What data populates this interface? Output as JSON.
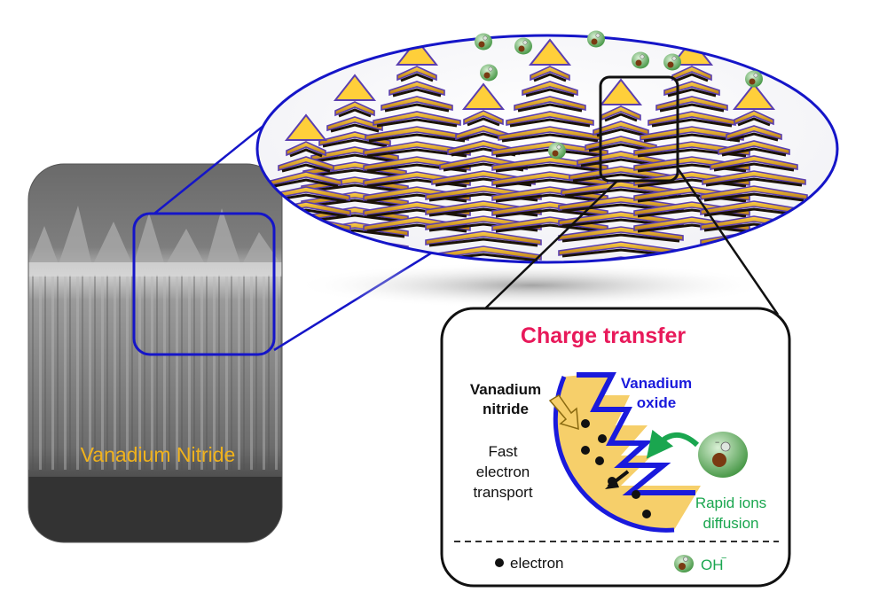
{
  "sem_panel": {
    "label": "Vanadium Nitride"
  },
  "charge_panel": {
    "title": "Charge transfer",
    "vn_label_line1": "Vanadium",
    "vn_label_line2": "nitride",
    "vo_label_line1": "Vanadium",
    "vo_label_line2": "oxide",
    "fast_line1": "Fast",
    "fast_line2": "electron",
    "fast_line3": "transport",
    "rapid_line1": "Rapid ions",
    "rapid_line2": "diffusion",
    "legend_electron": "electron",
    "legend_ion": "OH"
  },
  "colors": {
    "title_pink": "#e8195a",
    "vo_blue": "#1a1adc",
    "ion_green": "#1aa64f",
    "vn_gold": "#f6cf6a",
    "sem_label": "#f0b21c",
    "outline_blue": "#1515c8",
    "tree_gold": "#e0a322",
    "tree_purple": "#5b3fb0"
  }
}
